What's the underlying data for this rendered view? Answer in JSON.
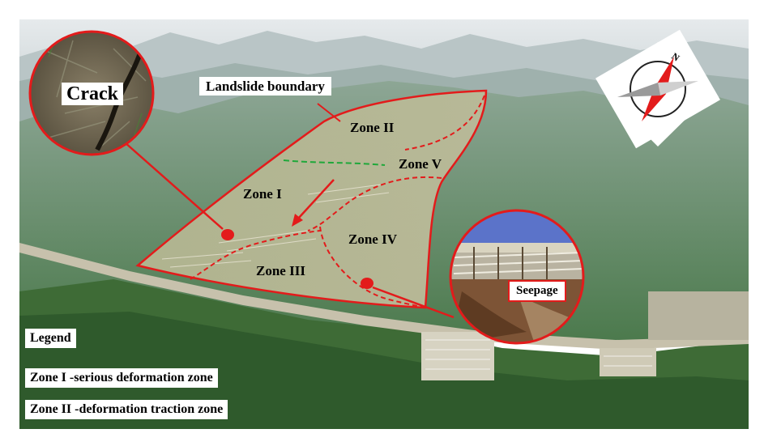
{
  "labels": {
    "crack": "Crack",
    "landslide_boundary": "Landslide boundary",
    "seepage": "Seepage"
  },
  "zones": {
    "zone1": "Zone I",
    "zone2": "Zone II",
    "zone3": "Zone III",
    "zone4": "Zone IV",
    "zone5": "Zone V"
  },
  "legend": {
    "title": "Legend",
    "items": [
      "Zone I -serious deformation zone",
      "Zone II -deformation traction zone"
    ]
  },
  "compass": {
    "north_label": "N"
  },
  "colors": {
    "boundary": "#e31b1b",
    "zone_divider": "#e31b1b",
    "green_line": "#1fa83a",
    "sky": "#dfe5e7",
    "vegetation": "#3f7a3a"
  }
}
